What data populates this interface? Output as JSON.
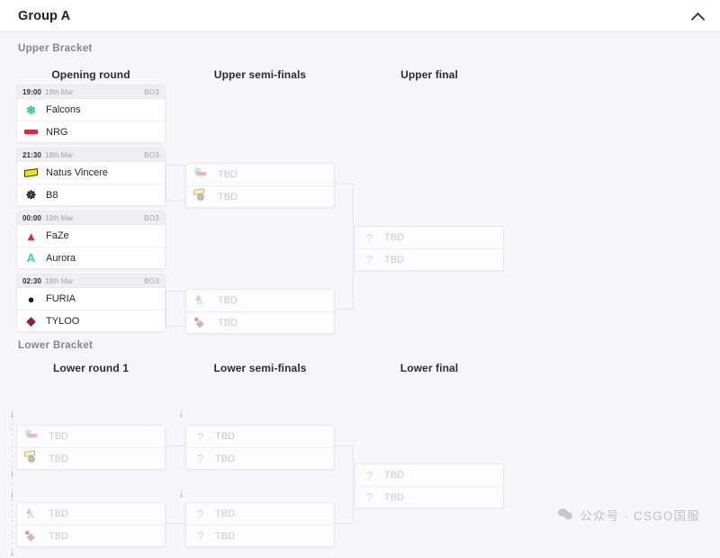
{
  "header": {
    "title": "Group A",
    "collapse_icon": "chevron-up-icon"
  },
  "brackets": {
    "upper_label": "Upper Bracket",
    "lower_label": "Lower Bracket"
  },
  "rounds": {
    "upper": [
      "Opening round",
      "Upper semi-finals",
      "Upper final"
    ],
    "lower": [
      "Lower round 1",
      "Lower semi-finals",
      "Lower final"
    ]
  },
  "tbd_label": "TBD",
  "matches": {
    "upper_opening": [
      {
        "time": "19:00",
        "date": "18th Mar",
        "format": "BO3",
        "teams": [
          {
            "name": "Falcons",
            "logo": "falcons-logo"
          },
          {
            "name": "NRG",
            "logo": "nrg-logo"
          }
        ]
      },
      {
        "time": "21:30",
        "date": "18th Mar",
        "format": "BO3",
        "teams": [
          {
            "name": "Natus Vincere",
            "logo": "navi-logo"
          },
          {
            "name": "B8",
            "logo": "b8-logo"
          }
        ]
      },
      {
        "time": "00:00",
        "date": "19th Mar",
        "format": "BO3",
        "teams": [
          {
            "name": "FaZe",
            "logo": "faze-logo"
          },
          {
            "name": "Aurora",
            "logo": "aurora-logo"
          }
        ]
      },
      {
        "time": "02:30",
        "date": "19th Mar",
        "format": "BO3",
        "teams": [
          {
            "name": "FURIA",
            "logo": "furia-logo"
          },
          {
            "name": "TYLOO",
            "logo": "tyloo-logo"
          }
        ]
      }
    ],
    "upper_semis": [
      {
        "teams": [
          {
            "name": "TBD",
            "logo": "falcons-nrg-stack"
          },
          {
            "name": "TBD",
            "logo": "navi-b8-stack"
          }
        ]
      },
      {
        "teams": [
          {
            "name": "TBD",
            "logo": "faze-aurora-stack"
          },
          {
            "name": "TBD",
            "logo": "furia-tyloo-stack"
          }
        ]
      }
    ],
    "upper_final": [
      {
        "teams": [
          {
            "name": "TBD",
            "logo": "question-mark"
          },
          {
            "name": "TBD",
            "logo": "question-mark"
          }
        ]
      }
    ],
    "lower_round1": [
      {
        "teams": [
          {
            "name": "TBD",
            "logo": "falcons-nrg-stack"
          },
          {
            "name": "TBD",
            "logo": "navi-b8-stack"
          }
        ]
      },
      {
        "teams": [
          {
            "name": "TBD",
            "logo": "faze-aurora-stack"
          },
          {
            "name": "TBD",
            "logo": "furia-tyloo-stack"
          }
        ]
      }
    ],
    "lower_semis": [
      {
        "teams": [
          {
            "name": "TBD",
            "logo": "question-mark"
          },
          {
            "name": "TBD",
            "logo": "question-mark"
          }
        ]
      },
      {
        "teams": [
          {
            "name": "TBD",
            "logo": "question-mark"
          },
          {
            "name": "TBD",
            "logo": "question-mark"
          }
        ]
      }
    ],
    "lower_final": [
      {
        "teams": [
          {
            "name": "TBD",
            "logo": "question-mark"
          },
          {
            "name": "TBD",
            "logo": "question-mark"
          }
        ]
      }
    ]
  },
  "drop_markers": {
    "glyph": "↓",
    "count": 5
  },
  "watermark": {
    "icon": "wechat-icon",
    "text": "公众号 · CSGO国服"
  },
  "colors": {
    "page_bg": "#f7f7f9",
    "card_bg": "#ffffff",
    "border": "#e9e9ee",
    "head_bg": "#efeff2",
    "muted_text": "#a0a0aa",
    "tbd_text": "#c9c9d2",
    "falcons": "#28c98b",
    "nrg": "#e8233f",
    "navi": "#f5e400",
    "b8": "#1b1b22",
    "faze": "#e3243c",
    "aurora": "#2fd0c4",
    "furia": "#1a1a20",
    "tyloo": "#8e2330"
  }
}
